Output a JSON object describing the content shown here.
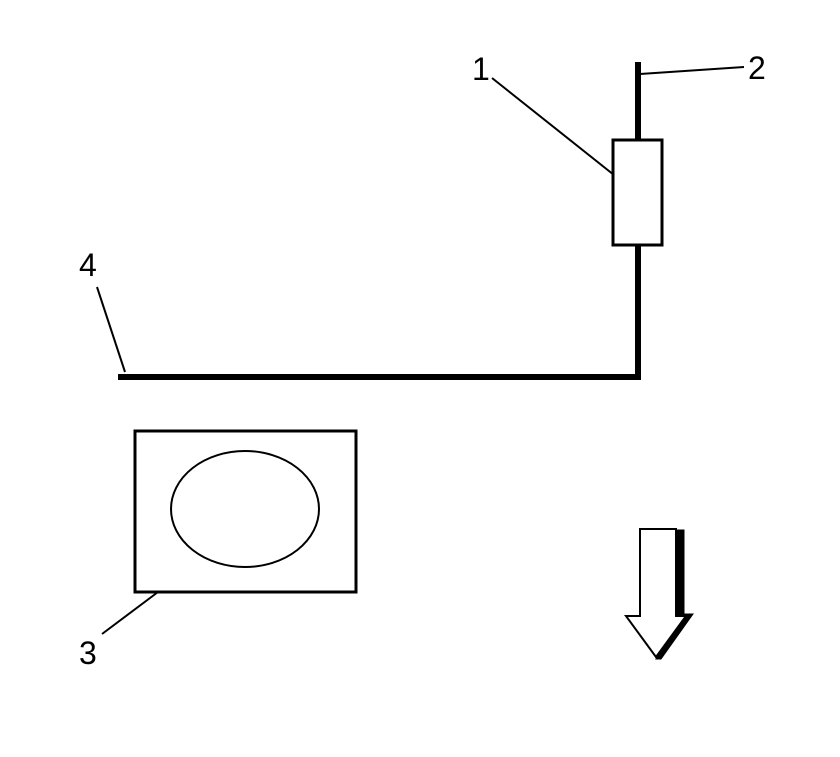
{
  "diagram": {
    "callouts": [
      {
        "id": "1",
        "label": "1"
      },
      {
        "id": "2",
        "label": "2"
      },
      {
        "id": "3",
        "label": "3"
      },
      {
        "id": "4",
        "label": "4"
      }
    ],
    "components": {
      "inline_component": "rectangle-on-line",
      "cable": "vertical-then-horizontal-line",
      "panel": "rectangle-with-ellipse",
      "direction_arrow": "down"
    },
    "colors": {
      "stroke": "#000000",
      "background": "#ffffff"
    }
  }
}
